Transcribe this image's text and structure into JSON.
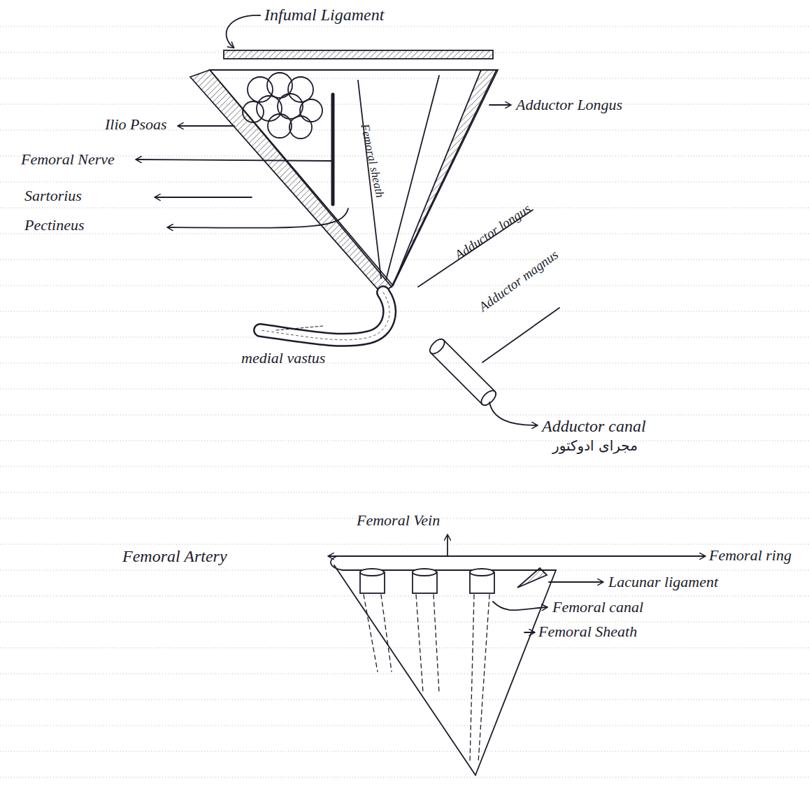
{
  "diagram": {
    "labels": [
      "Infumal Ligament",
      "Ilio Psoas",
      "Femoral Nerve",
      "Sartorius",
      "Pectineus",
      "Femoral sheath",
      "Adductor Longus",
      "Adductor longus",
      "Adductor magnus",
      "medial vastus",
      "Adductor canal",
      "مجرای ادوکتور",
      "Femoral Vein",
      "Femoral Artery",
      "Femoral ring",
      "Lacunar ligament",
      "Femoral canal",
      "Femoral Sheath"
    ]
  }
}
